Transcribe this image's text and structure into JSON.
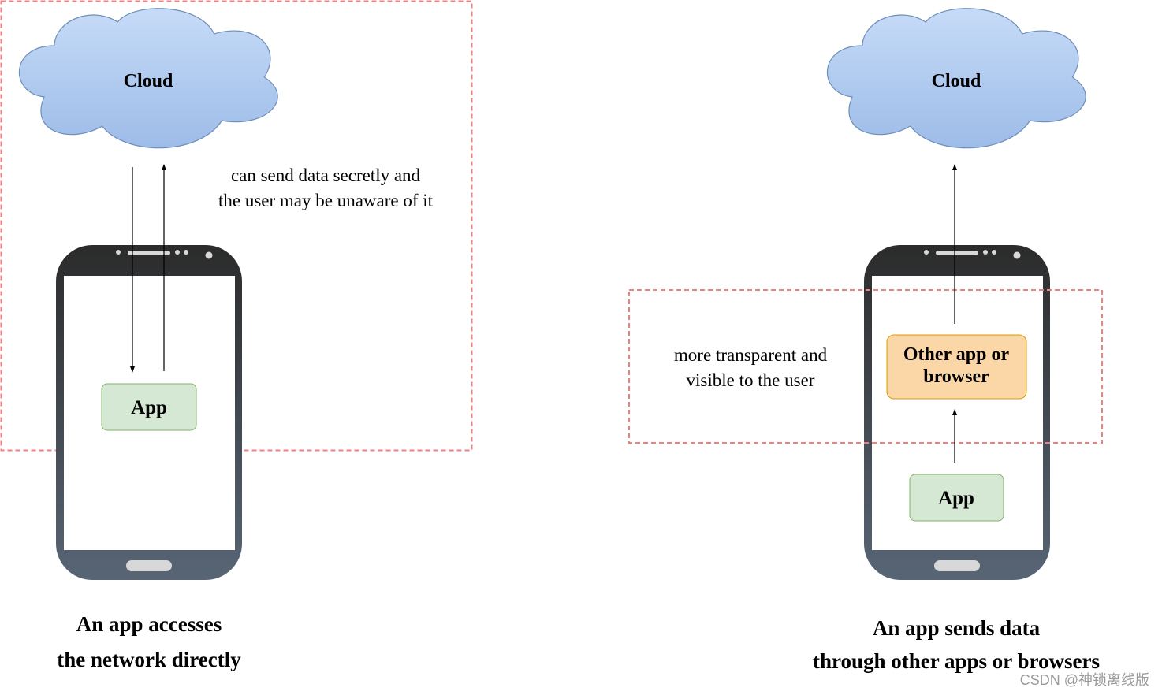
{
  "left_panel": {
    "cloud_label": "Cloud",
    "note_lines": [
      "can send data secretly and",
      "the user may be unaware of it"
    ],
    "app_label": "App",
    "caption_lines": [
      "An app accesses",
      "the network directly"
    ]
  },
  "right_panel": {
    "cloud_label": "Cloud",
    "note_lines": [
      "more transparent and",
      "visible to the user"
    ],
    "intermediary_lines": [
      "Other app or",
      "browser"
    ],
    "app_label": "App",
    "caption_lines": [
      "An app sends data",
      "through other apps or browsers"
    ]
  },
  "watermark": "CSDN @神锁离线版",
  "colors": {
    "cloud_fill_top": "#c5daf7",
    "cloud_fill_bottom": "#9fbde8",
    "cloud_stroke": "#6e8db8",
    "app_fill": "#d5e8d4",
    "app_stroke": "#82b366",
    "intermediary_fill": "#fbd7a8",
    "intermediary_stroke": "#d79b00",
    "highlight_dash": "#f08080",
    "phone_top": "#2d2d2d",
    "phone_bottom": "#5a6675"
  }
}
